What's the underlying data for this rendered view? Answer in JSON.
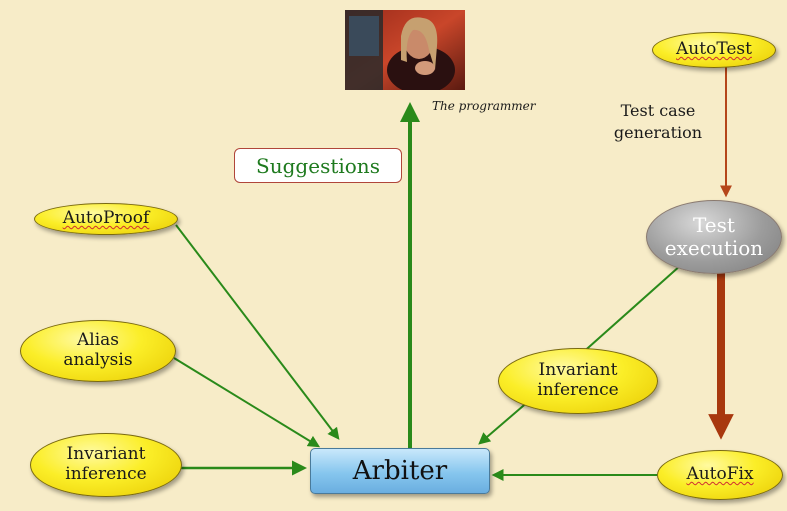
{
  "nodes": {
    "autoproof": "AutoProof",
    "alias_analysis": [
      "Alias",
      "analysis"
    ],
    "invariant_inference_left": [
      "Invariant",
      "inference"
    ],
    "invariant_inference_right": [
      "Invariant",
      "inference"
    ],
    "autotest": "AutoTest",
    "test_execution": [
      "Test",
      "execution"
    ],
    "autofix": "AutoFix",
    "arbiter": "Arbiter"
  },
  "labels": {
    "suggestions": "Suggestions",
    "programmer_caption": "The programmer",
    "test_case_generation": [
      "Test case",
      "generation"
    ]
  },
  "colors": {
    "background": "#f7ecc8",
    "node_yellow": "#fbee28",
    "node_gray": "#9c9c9c",
    "arbiter_blue": "#86c6ee",
    "arrow_green": "#2a8a1a",
    "arrow_rust": "#b5461a",
    "suggestions_text": "#1e7a1e"
  }
}
